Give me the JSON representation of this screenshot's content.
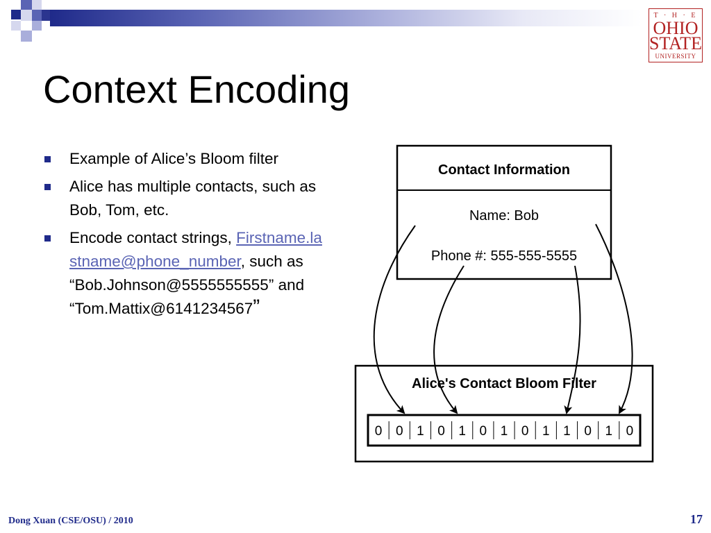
{
  "slide": {
    "title": "Context Encoding",
    "bullets": {
      "b1": "Example of Alice’s Bloom filter",
      "b2": "Alice has multiple contacts, such as Bob, Tom, etc.",
      "b3_prefix": "Encode contact strings, ",
      "b3_link": "Firstname.lastname@phone_number",
      "b3_middle": ", such as “Bob.Johnson@5555555555” and “Tom.Mattix@6141234567",
      "b3_close_quote": "”"
    }
  },
  "diagram": {
    "contact_title": "Contact Information",
    "name_line": "Name: Bob",
    "phone_line": "Phone #: 555-555-5555",
    "filter_title": "Alice's Contact Bloom Filter",
    "bits": [
      "0",
      "0",
      "1",
      "0",
      "1",
      "0",
      "1",
      "0",
      "1",
      "1",
      "0",
      "1",
      "0"
    ]
  },
  "logo": {
    "the": "T · H · E",
    "ohio": "OHIO",
    "state": "STATE",
    "university": "UNIVERSITY"
  },
  "footer": {
    "author": "Dong Xuan (CSE/OSU) / 2010",
    "page": "17"
  },
  "colors": {
    "accent": "#1f2a8a",
    "link": "#5a64b4",
    "logo_red": "#b22222"
  }
}
